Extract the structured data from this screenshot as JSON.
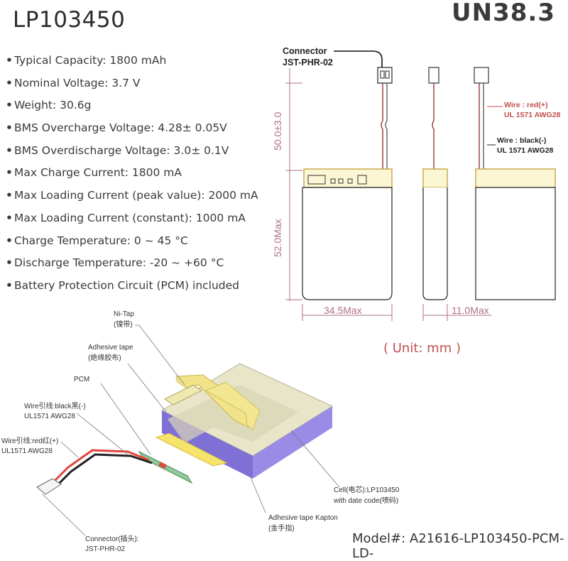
{
  "title": "LP103450",
  "certification": "UN38.3",
  "specs": [
    "Typical Capacity: 1800 mAh",
    "Nominal Voltage: 3.7 V",
    "Weight: 30.6g",
    "BMS Overcharge Voltage: 4.28± 0.05V",
    "BMS Overdischarge Voltage: 3.0± 0.1V",
    "Max Charge Current: 1800 mA",
    "Max Loading Current (peak value): 2000 mA",
    "Max Loading Current (constant): 1000 mA",
    "Charge Temperature: 0 ~ 45 °C",
    "Discharge Temperature: -20 ~ +60 °C",
    "Battery Protection Circuit (PCM) included"
  ],
  "drawing": {
    "connector_label_1": "Connector",
    "connector_label_2": "JST-PHR-02",
    "wire_red_1": "Wire : red(+)",
    "wire_red_2": "UL 1571 AWG28",
    "wire_black_1": "Wire : black(-)",
    "wire_black_2": "UL 1571 AWG28",
    "dim_lead": "50.0±3.0",
    "dim_height": "52.0Max",
    "dim_width": "34.5Max",
    "dim_thickness": "11.0Max"
  },
  "unit_note": "( Unit: mm )",
  "exploded": {
    "ni_tap_1": "Ni-Tap",
    "ni_tap_2": "(镍带)",
    "adhesive_1": "Adhesive tape",
    "adhesive_2": "(绝缘胶布)",
    "pcm": "PCM",
    "wire_black_1": "Wire引线:black黑(-)",
    "wire_black_2": "UL1571 AWG28",
    "wire_red_1": "Wire引线:red红(+)",
    "wire_red_2": "UL1571 AWG28",
    "cell_1": "Cell(电芯):LP103450",
    "cell_2": "with date code(喷码)",
    "kapton_1": "Adhesive tape Kapton",
    "kapton_2": "(金手指)",
    "connector_1": "Connector(插头):",
    "connector_2": "JST-PHR-02"
  },
  "model": "Model#: A21616-LP103450-PCM-LD-",
  "colors": {
    "dimension": "#b07080",
    "red_text": "#c0504d",
    "cell_top": "#e8e5c8",
    "cell_side": "#8b7bd8",
    "tape_yellow": "#f2e38a"
  }
}
